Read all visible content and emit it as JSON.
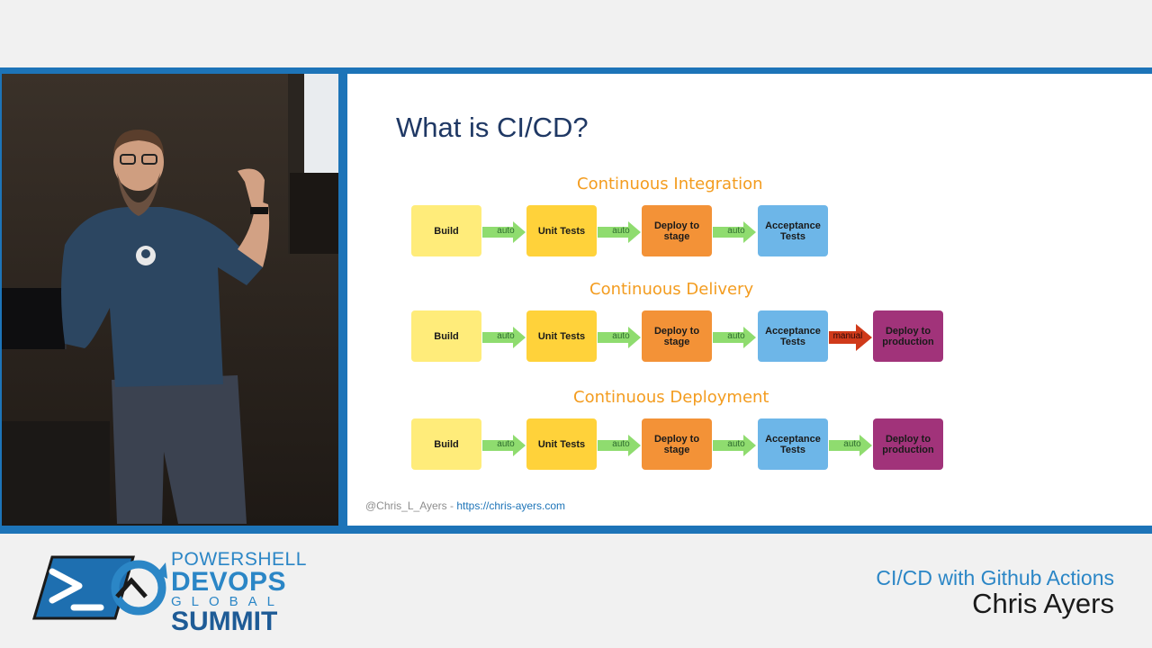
{
  "slide": {
    "title": "What is CI/CD?",
    "sections": [
      {
        "label": "Continuous Integration",
        "boxes": [
          "Build",
          "Unit Tests",
          "Deploy to\nstage",
          "Acceptance\nTests"
        ],
        "arrows": [
          "auto",
          "auto",
          "auto"
        ]
      },
      {
        "label": "Continuous Delivery",
        "boxes": [
          "Build",
          "Unit Tests",
          "Deploy to\nstage",
          "Acceptance\nTests",
          "Deploy to\nproduction"
        ],
        "arrows": [
          "auto",
          "auto",
          "auto",
          "manual"
        ]
      },
      {
        "label": "Continuous Deployment",
        "boxes": [
          "Build",
          "Unit Tests",
          "Deploy to\nstage",
          "Acceptance\nTests",
          "Deploy to\nproduction"
        ],
        "arrows": [
          "auto",
          "auto",
          "auto",
          "auto"
        ]
      }
    ],
    "footer_handle": "@Chris_L_Ayers",
    "footer_sep": " - ",
    "footer_link": "https://chris-ayers.com"
  },
  "brand": {
    "line1": "POWERSHELL",
    "line2": "DEVOPS",
    "line3": "GLOBAL",
    "line4": "SUMMIT"
  },
  "talk": {
    "title": "CI/CD with Github Actions",
    "speaker": "Chris Ayers"
  },
  "colors": {
    "accent_blue": "#1d74b8",
    "title_navy": "#1f3864",
    "section_orange": "#f39c1f",
    "build_yellow": "#ffec7a",
    "unit_yellow": "#ffd23a",
    "deploy_orange": "#f39237",
    "accept_blue": "#6db6e8",
    "prod_purple": "#a1337a",
    "auto_green": "#8fdc6f",
    "manual_red": "#d03a1a"
  }
}
